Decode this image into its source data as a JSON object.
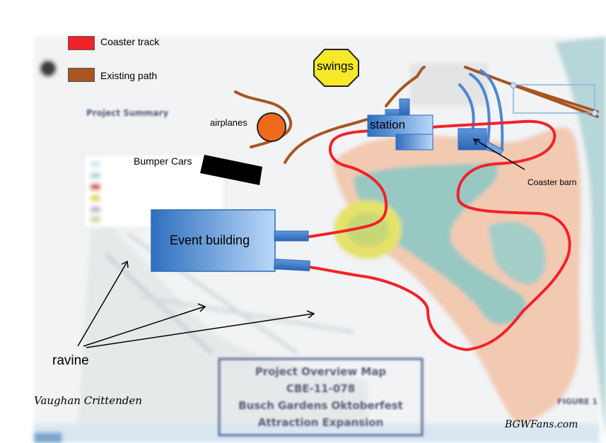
{
  "legend": {
    "items": [
      {
        "label": "Coaster track",
        "color": "#f2222a"
      },
      {
        "label": "Existing path",
        "color": "#a8551f"
      }
    ]
  },
  "labels": {
    "swings": "swings",
    "airplanes": "airplanes",
    "station": "station",
    "bumper_cars": "Bumper Cars",
    "event_building": "Event building",
    "coaster_barn": "Coaster barn",
    "ravine": "ravine"
  },
  "background_text": {
    "project_summary": "Project Summary",
    "title_lines": [
      "Project Overview Map",
      "CBE-11-078",
      "Busch Gardens Oktoberfest",
      "Attraction Expansion"
    ],
    "figure": "FIGURE 1"
  },
  "credits": {
    "author": "Vaughan Crittenden",
    "site": "BGWFans.com"
  },
  "colors": {
    "track": "#f2222a",
    "path": "#a8551f",
    "building_dark": "#3a7ac8",
    "building_light": "#a9cdf5",
    "swings_fill": "#f7e92a",
    "airplanes_fill": "#f06a1c",
    "land_pink": "#f3cdb6",
    "water_teal": "#9cc9c4",
    "field_yellow": "#e7e46a"
  }
}
